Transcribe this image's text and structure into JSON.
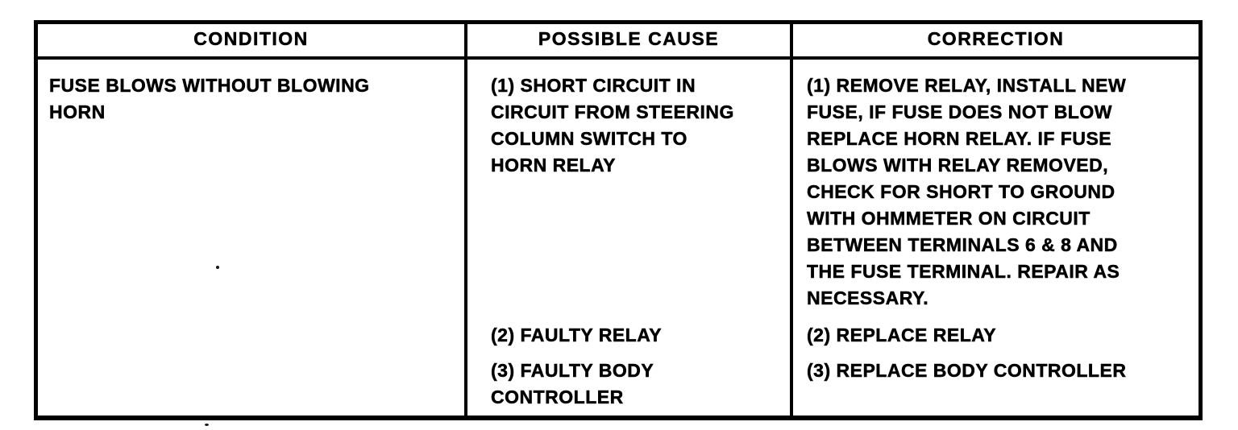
{
  "table": {
    "headers": [
      "CONDITION",
      "POSSIBLE CAUSE",
      "CORRECTION"
    ],
    "row": {
      "condition": "FUSE BLOWS WITHOUT BLOWING\nHORN",
      "items": [
        {
          "cause": "(1) SHORT CIRCUIT IN\nCIRCUIT FROM STEERING\nCOLUMN SWITCH TO\nHORN RELAY",
          "correction": "(1) REMOVE RELAY, INSTALL NEW\nFUSE, IF FUSE DOES NOT BLOW\nREPLACE HORN RELAY. IF FUSE\nBLOWS WITH RELAY REMOVED,\nCHECK FOR SHORT TO GROUND\nWITH OHMMETER ON CIRCUIT\nBETWEEN TERMINALS 6 & 8 AND\nTHE FUSE TERMINAL. REPAIR AS\nNECESSARY."
        },
        {
          "cause": "(2) FAULTY RELAY",
          "correction": "(2) REPLACE RELAY"
        },
        {
          "cause": "(3) FAULTY BODY\nCONTROLLER",
          "correction": "(3) REPLACE BODY CONTROLLER"
        }
      ]
    }
  }
}
